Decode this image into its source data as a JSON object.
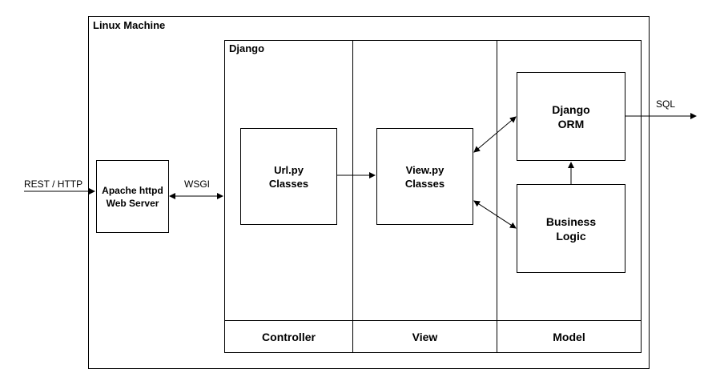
{
  "linux_machine": {
    "title": "Linux Machine"
  },
  "django": {
    "title": "Django"
  },
  "components": {
    "apache": {
      "line1": "Apache httpd",
      "line2": "Web Server"
    },
    "url": {
      "line1": "Url.py",
      "line2": "Classes"
    },
    "view": {
      "line1": "View.py",
      "line2": "Classes"
    },
    "orm": {
      "line1": "Django",
      "line2": "ORM"
    },
    "business": {
      "line1": "Business",
      "line2": "Logic"
    }
  },
  "layers": {
    "controller": "Controller",
    "view": "View",
    "model": "Model"
  },
  "connectors": {
    "rest": "REST / HTTP",
    "wsgi": "WSGI",
    "sql": "SQL"
  },
  "colors": {
    "line": "#000000",
    "background": "#ffffff"
  }
}
